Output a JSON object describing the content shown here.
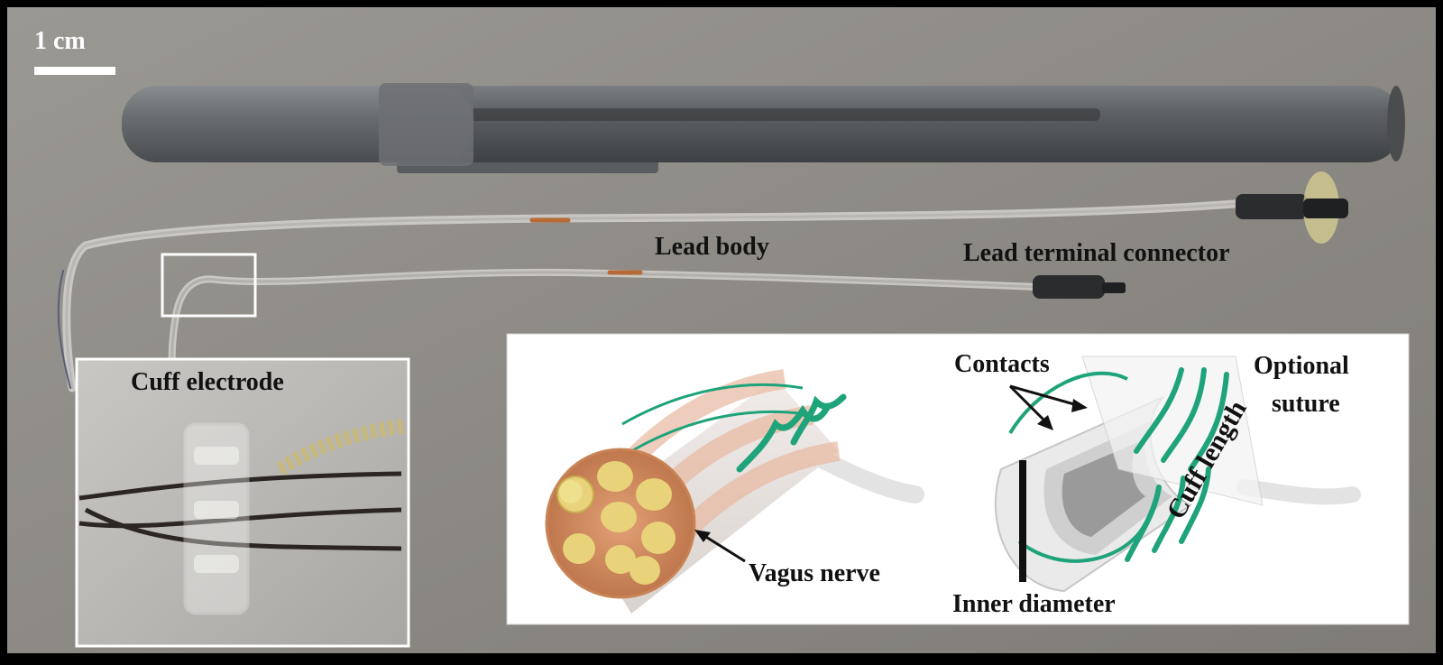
{
  "scale_bar": {
    "label": "1 cm"
  },
  "labels": {
    "lead_body": "Lead body",
    "lead_terminal_connector": "Lead terminal connector",
    "cuff_electrode": "Cuff electrode",
    "contacts": "Contacts",
    "optional_suture_line1": "Optional",
    "optional_suture_line2": "suture",
    "cuff_length": "Cuff length",
    "vagus_nerve": "Vagus nerve",
    "inner_diameter": "Inner diameter"
  },
  "colors": {
    "background": "#8f8c87",
    "frame": "#000000",
    "suture": "#1fa37a",
    "nerve": "#c9855c",
    "fascicle": "#e8d27a",
    "pen": "#5c5f62"
  }
}
